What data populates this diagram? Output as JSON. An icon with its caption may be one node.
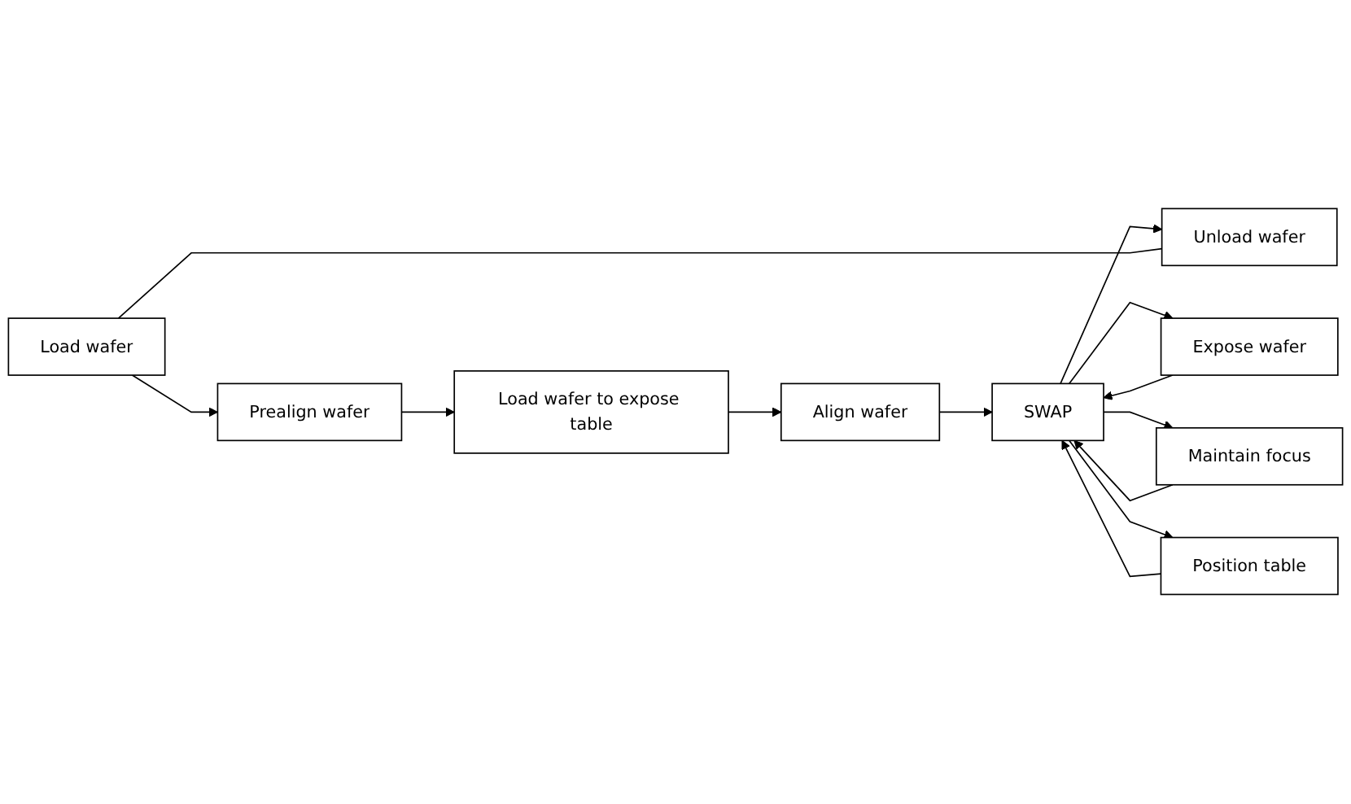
{
  "diagram": {
    "nodes": [
      {
        "text": [
          "Load wafer"
        ]
      },
      {
        "text": [
          "Prealign wafer"
        ]
      },
      {
        "text": [
          "Load wafer to expose table"
        ]
      },
      {
        "text": [
          "Align wafer"
        ]
      },
      {
        "text": [
          "SWAP"
        ]
      },
      {
        "text": [
          "Unload wafer"
        ]
      },
      {
        "text": [
          "Expose wafer"
        ]
      },
      {
        "text": [
          "Maintain focus"
        ]
      },
      {
        "text": [
          "Position table"
        ]
      }
    ],
    "edges": [
      {
        "from": 0,
        "to": 1,
        "arrow": "to"
      },
      {
        "from": 1,
        "to": 2,
        "arrow": "to"
      },
      {
        "from": 2,
        "to": 3,
        "arrow": "to"
      },
      {
        "from": 3,
        "to": 4,
        "arrow": "to"
      },
      {
        "from": 4,
        "to": 5,
        "arrow": "to"
      },
      {
        "from": 5,
        "to": 0,
        "arrow": "none"
      },
      {
        "from": 6,
        "to": 4,
        "arrow": "to"
      },
      {
        "from": 7,
        "to": 4,
        "arrow": "to"
      },
      {
        "from": 8,
        "to": 4,
        "arrow": "to"
      },
      {
        "from": 4,
        "to": 6,
        "arrow": "to"
      },
      {
        "from": 4,
        "to": 7,
        "arrow": "to"
      },
      {
        "from": 4,
        "to": 8,
        "arrow": "to"
      }
    ]
  }
}
